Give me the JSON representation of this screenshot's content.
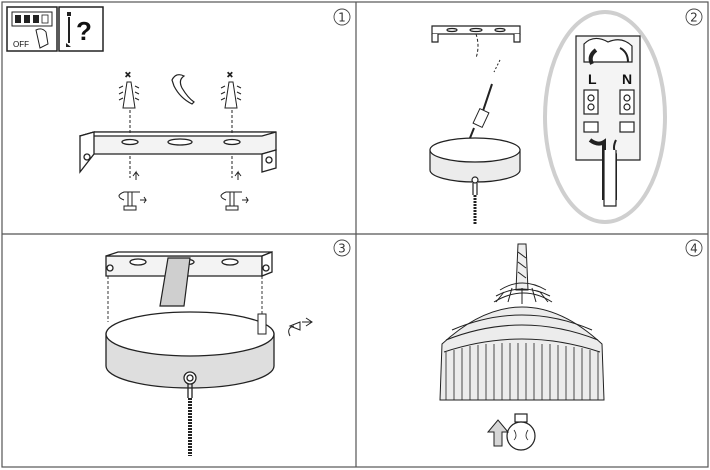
{
  "panels": [
    {
      "step": "1"
    },
    {
      "step": "2"
    },
    {
      "step": "3"
    },
    {
      "step": "4"
    }
  ],
  "icons": {
    "breaker_off_label": "OFF",
    "question_mark": "?"
  },
  "terminal": {
    "live_label": "L",
    "neutral_label": "N"
  },
  "colors": {
    "line": "#222222",
    "fill_gray": "#d6d6d6",
    "highlight_ring": "#cfcfcf"
  }
}
